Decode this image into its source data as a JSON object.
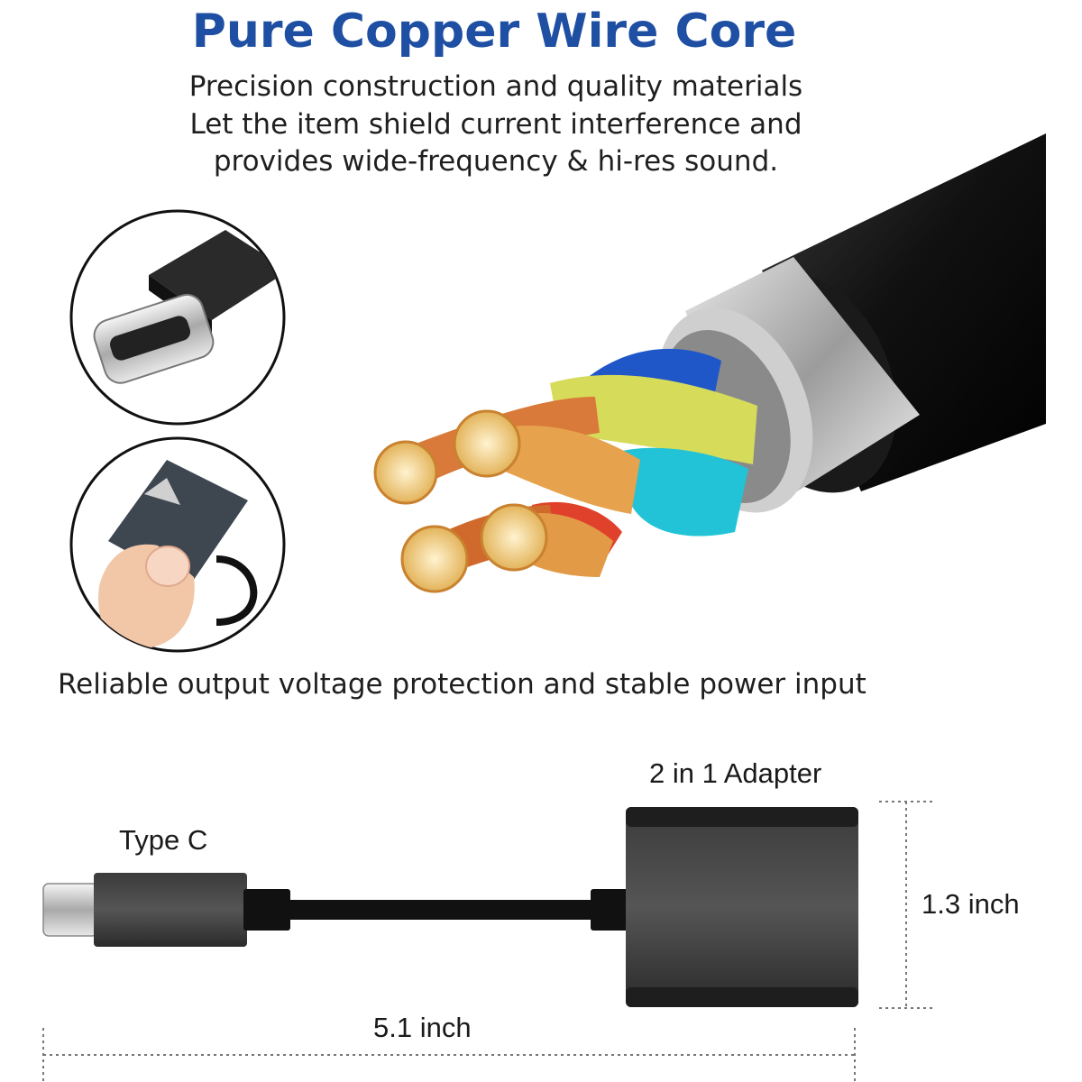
{
  "heading": {
    "title": "Pure Copper Wire Core",
    "line1": "Precision construction and quality materials",
    "line2": "Let the item shield current interference and",
    "line3": "provides wide-frequency & hi-res sound."
  },
  "feature": {
    "caption": "Reliable output voltage protection and stable power input"
  },
  "dimensions": {
    "adapter_label": "2 in 1 Adapter",
    "typec_label": "Type C",
    "height_label": "1.3 inch",
    "width_label": "5.1 inch"
  },
  "colors": {
    "title_blue": "#1e4fa3",
    "copper": "#d9793a",
    "wire_blue": "#1f56c8",
    "wire_yellow": "#d6dc5a",
    "wire_cyan": "#22c3d6",
    "wire_red": "#e0412a"
  }
}
